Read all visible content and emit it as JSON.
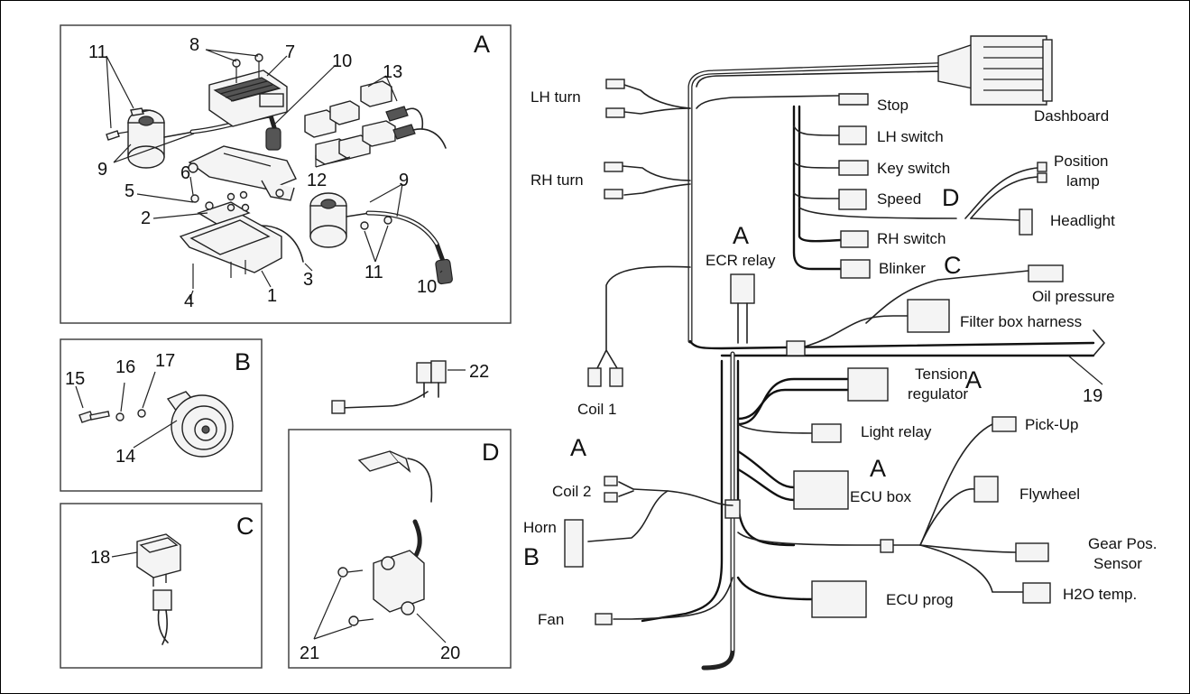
{
  "panels": {
    "a": {
      "letter": "A",
      "callouts": [
        "11",
        "8",
        "7",
        "10",
        "13",
        "9",
        "6",
        "5",
        "2",
        "12",
        "9",
        "4",
        "1",
        "3",
        "11",
        "10"
      ]
    },
    "b": {
      "letter": "B",
      "callouts": [
        "15",
        "16",
        "17",
        "14"
      ]
    },
    "c": {
      "letter": "C",
      "callouts": [
        "18"
      ]
    },
    "d": {
      "letter": "D",
      "callouts": [
        "21",
        "20"
      ]
    }
  },
  "loose_parts": {
    "callout_22": "22"
  },
  "harness": {
    "callout_19": "19",
    "connectors": {
      "lh_turn": "LH turn",
      "rh_turn": "RH turn",
      "stop": "Stop",
      "dashboard": "Dashboard",
      "lh_switch": "LH switch",
      "key_switch": "Key switch",
      "speed": "Speed",
      "position_lamp_1": "Position",
      "position_lamp_2": "lamp",
      "headlight": "Headlight",
      "rh_switch": "RH switch",
      "blinker": "Blinker",
      "ecr_relay": "ECR relay",
      "oil_pressure": "Oil pressure",
      "filter_box_harness": "Filter box harness",
      "tension_regulator_1": "Tension",
      "tension_regulator_2": "regulator",
      "coil_1": "Coil 1",
      "light_relay": "Light relay",
      "pick_up": "Pick-Up",
      "coil_2": "Coil 2",
      "horn": "Horn",
      "ecu_box": "ECU box",
      "flywheel": "Flywheel",
      "gear_pos_1": "Gear Pos.",
      "gear_pos_2": "Sensor",
      "h2o_temp": "H2O temp.",
      "ecu_prog": "ECU prog",
      "fan": "Fan"
    },
    "group_letters": {
      "ecr_relay": "A",
      "speed_d": "D",
      "blinker_c": "C",
      "tension_a": "A",
      "coil2_a": "A",
      "horn_b": "B",
      "ecu_box_a": "A"
    }
  }
}
